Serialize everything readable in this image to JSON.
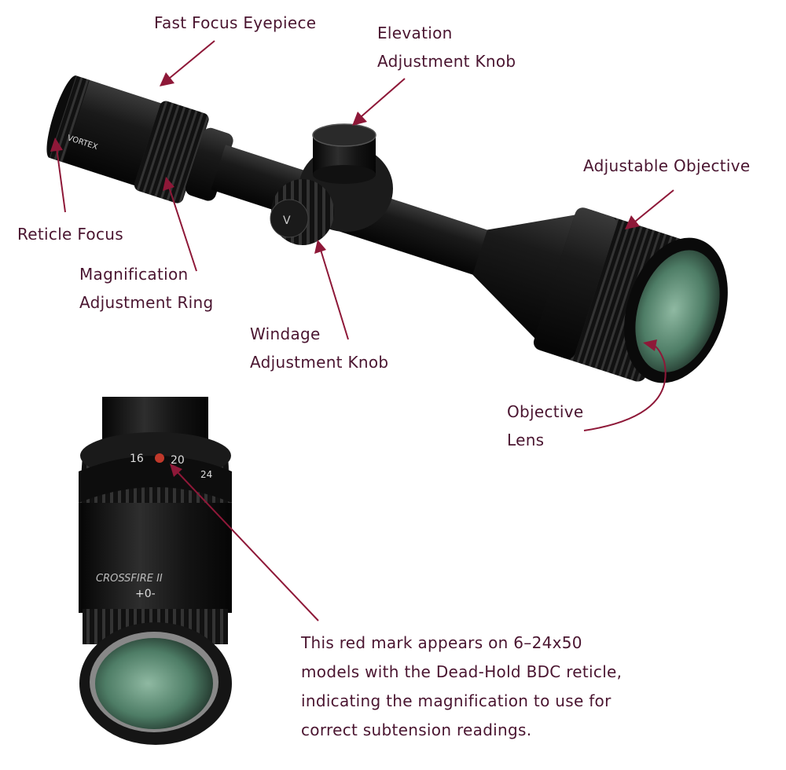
{
  "labels": {
    "fast_focus": "Fast Focus Eyepiece",
    "elevation": [
      "Elevation",
      "Adjustment Knob"
    ],
    "adjustable_objective": "Adjustable Objective",
    "reticle_focus": "Reticle Focus",
    "magnification": [
      "Magnification",
      "Adjustment Ring"
    ],
    "windage": [
      "Windage",
      "Adjustment Knob"
    ],
    "objective_lens": [
      "Objective",
      "Lens"
    ]
  },
  "note": [
    "This red mark appears on 6–24x50",
    "models with the Dead-Hold BDC reticle,",
    "indicating the magnification to use for",
    "correct subtension readings."
  ],
  "colors": {
    "label": "#4a1530",
    "arrow": "#8e1838",
    "scope": "#151515",
    "lens": "#5f8f78"
  }
}
